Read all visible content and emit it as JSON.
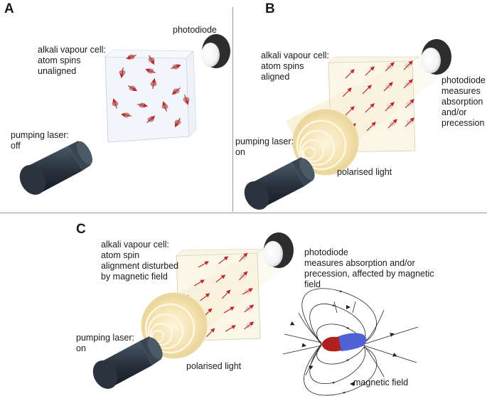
{
  "panels": [
    {
      "letter": "A",
      "cell_label": "alkali vapour cell:\natom spins\nunaligned",
      "detector_label": "photodiode",
      "laser_label": "pumping laser:\noff",
      "spins": [
        {
          "dir": 160
        },
        {
          "dir": 60
        },
        {
          "dir": -20
        },
        {
          "dir": 100
        },
        {
          "dir": 200
        },
        {
          "dir": 30
        },
        {
          "dir": -80
        },
        {
          "dir": 140
        },
        {
          "dir": 250
        },
        {
          "dir": 10
        },
        {
          "dir": -110
        },
        {
          "dir": 70
        },
        {
          "dir": 190
        },
        {
          "dir": -40
        },
        {
          "dir": 120
        }
      ]
    },
    {
      "letter": "B",
      "cell_label": "alkali vapour cell:\natom spins\naligned",
      "detector_label": "photodiode\nmeasures\nabsorption\nand/or\nprecession",
      "laser_label": "pumping laser:\non",
      "beam_label": "polarised light"
    },
    {
      "letter": "C",
      "cell_label": "alkali vapour cell:\natom spin\nalignment disturbed\nby magnetic field",
      "detector_label": "photodiode\nmeasures absorption and/or\nprecession, affected by magnetic\nfield",
      "laser_label": "pumping laser:\non",
      "beam_label": "polarised light",
      "field_label": "magnetic field"
    }
  ],
  "colors": {
    "laser_body": "#2b3440",
    "spin_arrow": "#c0262b",
    "atom": "#b98886",
    "beam": "#f3e6b8",
    "magnet_north": "#b0201e",
    "magnet_south": "#4f62d8",
    "field_line": "#222222",
    "divider": "#9a9a9a"
  }
}
